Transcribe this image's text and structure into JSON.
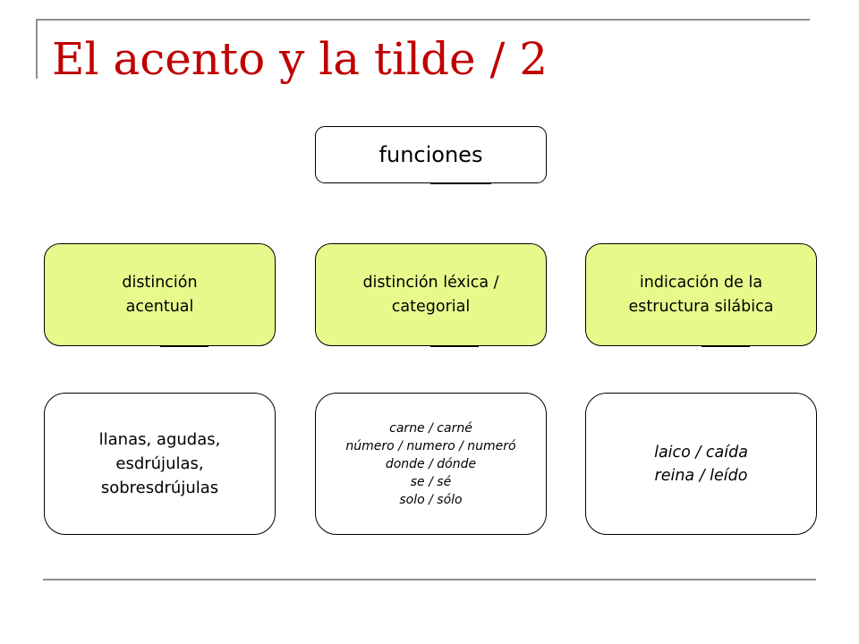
{
  "title": "El acento y la tilde / 2",
  "diagram": {
    "root": "funciones",
    "categories": [
      {
        "label": "distinción\nacentual",
        "examples": "llanas, agudas,\nesdrújulas,\nsobresdrújulas"
      },
      {
        "label": "distinción léxica /\ncategorial",
        "examples": "carne / carné\nnúmero / numero / numeró\ndonde / dónde\nse / sé\nsolo / sólo"
      },
      {
        "label": "indicación de la\nestructura silábica",
        "examples": "laico / caída\nreina / leído"
      }
    ]
  },
  "colors": {
    "title": "#c00000",
    "category_fill": "#e6fa8c",
    "frame": "#8f8f8f"
  }
}
